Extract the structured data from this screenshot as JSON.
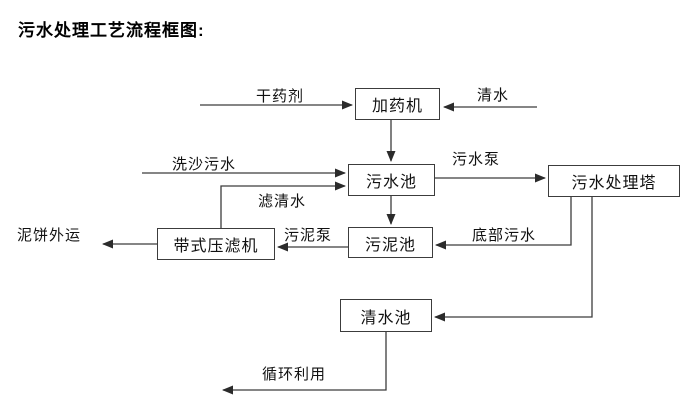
{
  "title": "污水处理工艺流程框图:",
  "diagram": {
    "nodes": {
      "dosing_machine": "加药机",
      "sewage_pool": "污水池",
      "treatment_tower": "污水处理塔",
      "sludge_pool": "污泥池",
      "belt_filter_press": "带式压滤机",
      "clean_water_pool": "清水池"
    },
    "labels": {
      "dry_agent": "干药剂",
      "clean_water": "清水",
      "sand_washing_sewage": "洗沙污水",
      "sewage_pump": "污水泵",
      "filtered_water": "滤清水",
      "sludge_pump": "污泥泵",
      "bottom_sewage": "底部污水",
      "mud_cake_shipping": "泥饼外运",
      "recycling": "循环利用"
    },
    "edges": [
      {
        "from": "干药剂(外部)",
        "to": "加药机",
        "label": "干药剂"
      },
      {
        "from": "清水(外部)",
        "to": "加药机",
        "label": "清水"
      },
      {
        "from": "加药机",
        "to": "污水池",
        "label": ""
      },
      {
        "from": "洗沙污水(外部)",
        "to": "污水池",
        "label": "洗沙污水"
      },
      {
        "from": "带式压滤机",
        "to": "污水池",
        "label": "滤清水"
      },
      {
        "from": "污水池",
        "to": "污水处理塔",
        "label": "污水泵"
      },
      {
        "from": "污水池",
        "to": "污泥池",
        "label": ""
      },
      {
        "from": "污水处理塔",
        "to": "污泥池",
        "label": "底部污水"
      },
      {
        "from": "污泥池",
        "to": "带式压滤机",
        "label": "污泥泵"
      },
      {
        "from": "带式压滤机",
        "to": "泥饼外运(外部)",
        "label": "泥饼外运"
      },
      {
        "from": "污水处理塔",
        "to": "清水池",
        "label": ""
      },
      {
        "from": "清水池",
        "to": "循环利用(外部)",
        "label": "循环利用"
      }
    ],
    "colors": {
      "line": "#3c3c3c",
      "text": "#111111",
      "background": "#ffffff"
    }
  }
}
